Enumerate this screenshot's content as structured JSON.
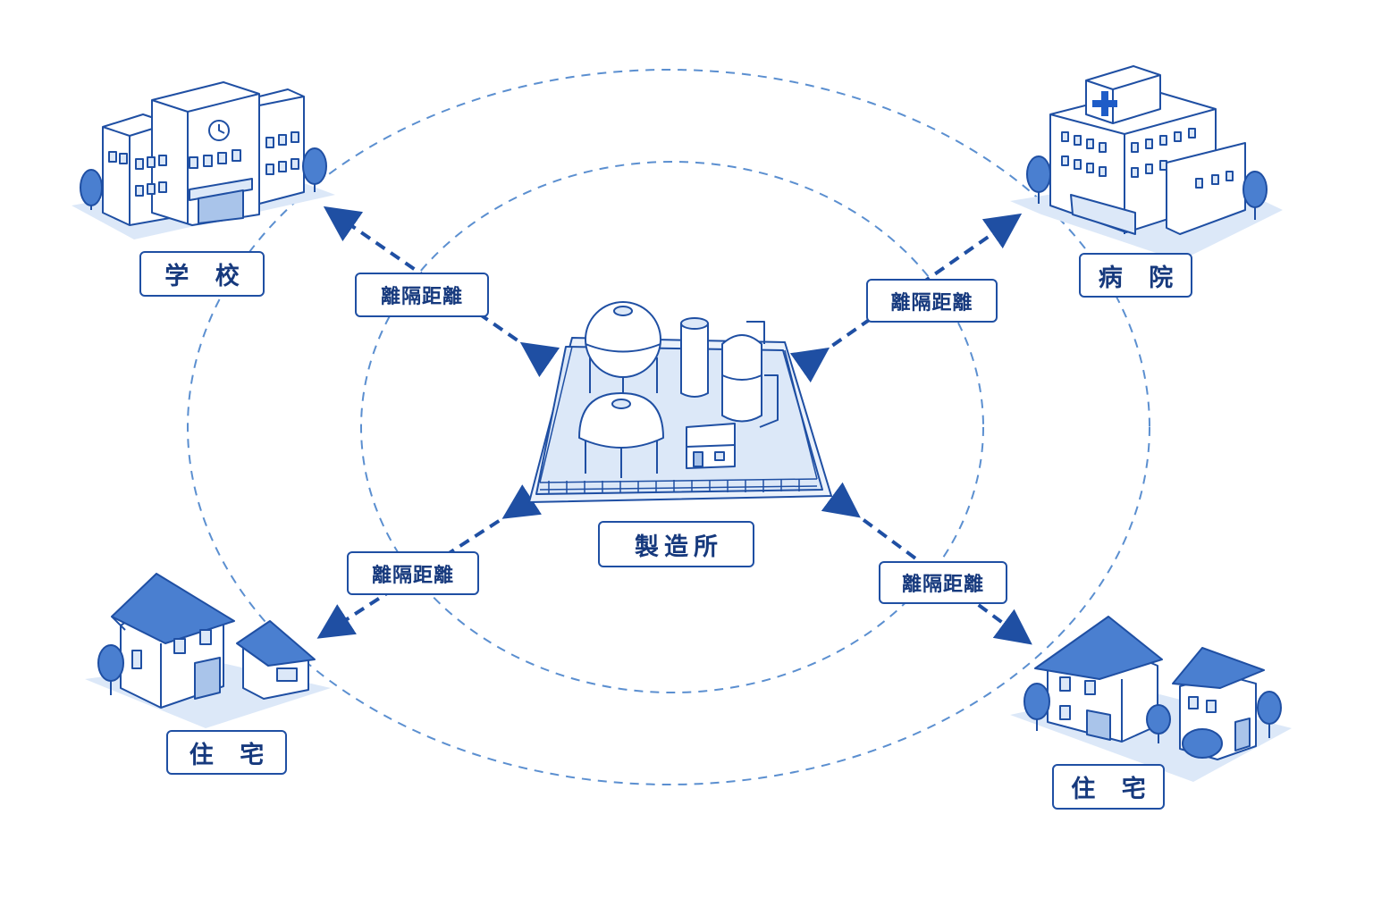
{
  "labels": {
    "school": "学 校",
    "hospital": "病 院",
    "factory": "製造所",
    "residence_left": "住 宅",
    "residence_right": "住 宅"
  },
  "distance_labels": [
    "離隔距離",
    "離隔距離",
    "離隔距離",
    "離隔距離"
  ],
  "colors": {
    "line": "#1f4fa3",
    "dashed_ring": "#5b8fd0",
    "fill_light": "#dce8f8",
    "fill_mid": "#a9c4ea",
    "roof": "#4a7fd0",
    "accent": "#1e5cc7"
  }
}
